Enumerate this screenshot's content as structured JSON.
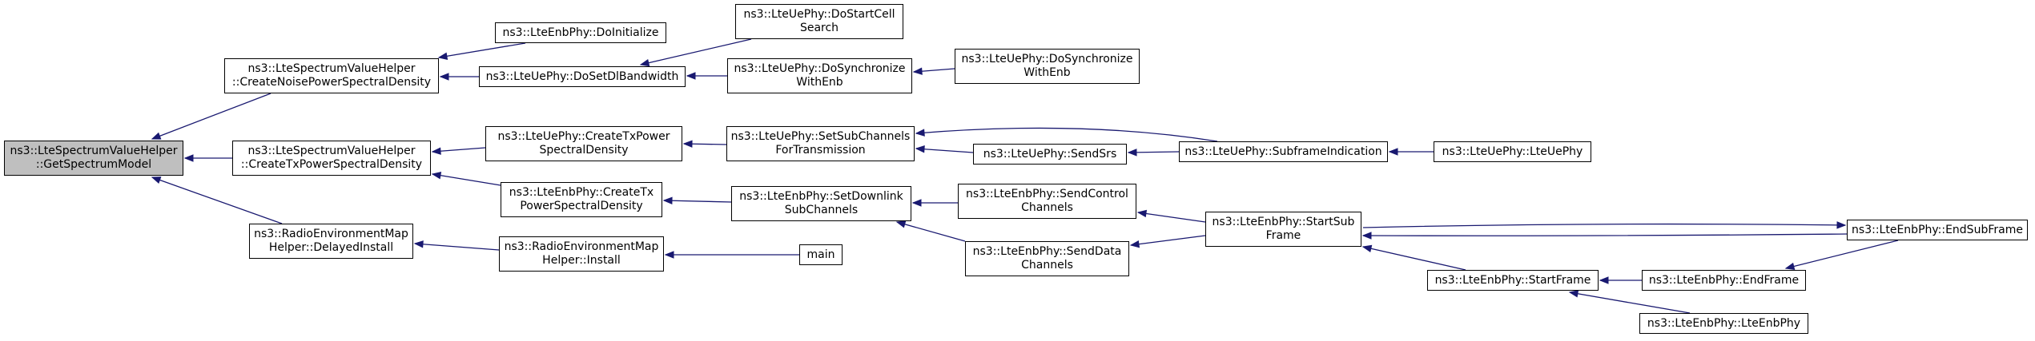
{
  "graph": {
    "edge_color": "#191970",
    "root_fill": "#bfbfbf",
    "nodes": [
      {
        "id": "root",
        "label": "ns3::LteSpectrumValueHelper\n::GetSpectrumModel"
      },
      {
        "id": "noise",
        "label": "ns3::LteSpectrumValueHelper\n::CreateNoisePowerSpectralDensity"
      },
      {
        "id": "txpsd",
        "label": "ns3::LteSpectrumValueHelper\n::CreateTxPowerSpectralDensity"
      },
      {
        "id": "rem_delayed",
        "label": "ns3::RadioEnvironmentMap\nHelper::DelayedInstall"
      },
      {
        "id": "enb_doinit",
        "label": "ns3::LteEnbPhy::DoInitialize"
      },
      {
        "id": "ue_dosetdl",
        "label": "ns3::LteUePhy::DoSetDlBandwidth"
      },
      {
        "id": "ue_dostartcell",
        "label": "ns3::LteUePhy::DoStartCell\nSearch"
      },
      {
        "id": "ue_dosync1",
        "label": "ns3::LteUePhy::DoSynchronize\nWithEnb"
      },
      {
        "id": "ue_dosync2",
        "label": "ns3::LteUePhy::DoSynchronize\nWithEnb"
      },
      {
        "id": "ue_createtx",
        "label": "ns3::LteUePhy::CreateTxPower\nSpectralDensity"
      },
      {
        "id": "ue_setsub",
        "label": "ns3::LteUePhy::SetSubChannels\nForTransmission"
      },
      {
        "id": "ue_sendsrs",
        "label": "ns3::LteUePhy::SendSrs"
      },
      {
        "id": "ue_subframe",
        "label": "ns3::LteUePhy::SubframeIndication"
      },
      {
        "id": "ue_ctor",
        "label": "ns3::LteUePhy::LteUePhy"
      },
      {
        "id": "enb_createtx",
        "label": "ns3::LteEnbPhy::CreateTx\nPowerSpectralDensity"
      },
      {
        "id": "enb_setdl",
        "label": "ns3::LteEnbPhy::SetDownlink\nSubChannels"
      },
      {
        "id": "enb_sendctrl",
        "label": "ns3::LteEnbPhy::SendControl\nChannels"
      },
      {
        "id": "enb_senddata",
        "label": "ns3::LteEnbPhy::SendData\nChannels"
      },
      {
        "id": "enb_startsub",
        "label": "ns3::LteEnbPhy::StartSub\nFrame"
      },
      {
        "id": "enb_endsub",
        "label": "ns3::LteEnbPhy::EndSubFrame"
      },
      {
        "id": "enb_startframe",
        "label": "ns3::LteEnbPhy::StartFrame"
      },
      {
        "id": "enb_endframe",
        "label": "ns3::LteEnbPhy::EndFrame"
      },
      {
        "id": "enb_ctor",
        "label": "ns3::LteEnbPhy::LteEnbPhy"
      },
      {
        "id": "rem_install",
        "label": "ns3::RadioEnvironmentMap\nHelper::Install"
      },
      {
        "id": "main",
        "label": "main"
      }
    ],
    "edges": [
      {
        "from": "noise",
        "to": "root"
      },
      {
        "from": "txpsd",
        "to": "root"
      },
      {
        "from": "rem_delayed",
        "to": "root"
      },
      {
        "from": "enb_doinit",
        "to": "noise"
      },
      {
        "from": "ue_dosetdl",
        "to": "noise"
      },
      {
        "from": "ue_dostartcell",
        "to": "ue_dosetdl"
      },
      {
        "from": "ue_dosync1",
        "to": "ue_dosetdl"
      },
      {
        "from": "ue_dosync2",
        "to": "ue_dosync1"
      },
      {
        "from": "ue_createtx",
        "to": "txpsd"
      },
      {
        "from": "enb_createtx",
        "to": "txpsd"
      },
      {
        "from": "ue_setsub",
        "to": "ue_createtx"
      },
      {
        "from": "ue_subframe",
        "to": "ue_setsub"
      },
      {
        "from": "ue_sendsrs",
        "to": "ue_setsub"
      },
      {
        "from": "ue_subframe",
        "to": "ue_sendsrs"
      },
      {
        "from": "ue_ctor",
        "to": "ue_subframe"
      },
      {
        "from": "enb_setdl",
        "to": "enb_createtx"
      },
      {
        "from": "enb_sendctrl",
        "to": "enb_setdl"
      },
      {
        "from": "enb_senddata",
        "to": "enb_setdl"
      },
      {
        "from": "enb_startsub",
        "to": "enb_sendctrl"
      },
      {
        "from": "enb_startsub",
        "to": "enb_senddata"
      },
      {
        "from": "enb_endsub",
        "to": "enb_startsub"
      },
      {
        "from": "enb_startsub",
        "to": "enb_endsub"
      },
      {
        "from": "enb_startframe",
        "to": "enb_startsub"
      },
      {
        "from": "enb_endframe",
        "to": "enb_startframe"
      },
      {
        "from": "enb_ctor",
        "to": "enb_startframe"
      },
      {
        "from": "enb_endsub",
        "to": "enb_endframe"
      },
      {
        "from": "rem_install",
        "to": "rem_delayed"
      },
      {
        "from": "main",
        "to": "rem_install"
      }
    ]
  }
}
